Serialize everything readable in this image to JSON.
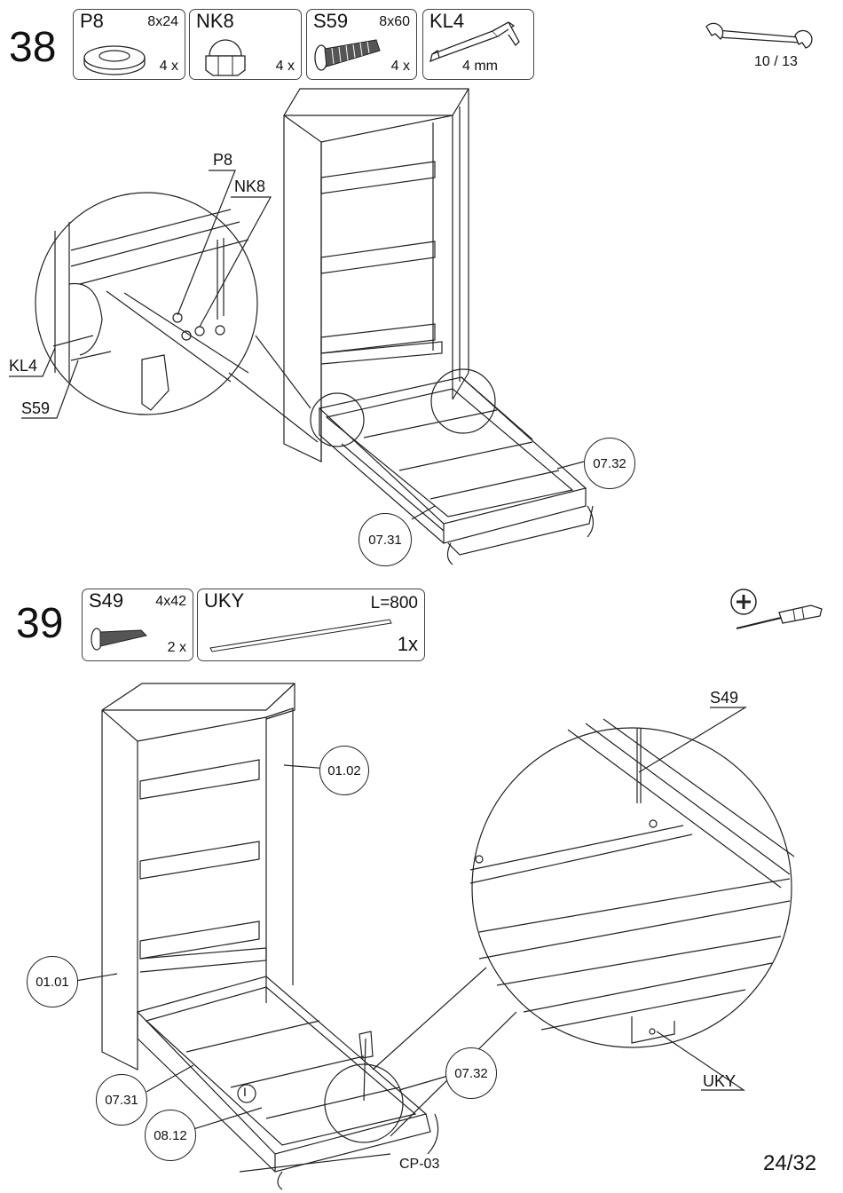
{
  "step38": {
    "number": "38",
    "parts": [
      {
        "code": "P8",
        "size": "8x24",
        "qty": "4 x"
      },
      {
        "code": "NK8",
        "size": "",
        "qty": "4 x"
      },
      {
        "code": "S59",
        "size": "8x60",
        "qty": "4 x"
      },
      {
        "code": "KL4",
        "size": "",
        "qty": "4 mm"
      }
    ],
    "tool_count": "10 / 13",
    "labels": {
      "p8": "P8",
      "nk8": "NK8",
      "kl4": "KL4",
      "s59": "S59"
    },
    "callouts": {
      "c0732": "07.32",
      "c0731": "07.31"
    }
  },
  "step39": {
    "number": "39",
    "parts": [
      {
        "code": "S49",
        "size": "4x42",
        "qty": "2 x"
      },
      {
        "code": "UKY",
        "size": "L=800",
        "qty": "1x"
      }
    ],
    "labels": {
      "s49": "S49",
      "uky": "UKY",
      "cp03": "CP-03",
      "marker": "I"
    },
    "callouts": {
      "c0102": "01.02",
      "c0101": "01.01",
      "c0731": "07.31",
      "c0732": "07.32",
      "c0812": "08.12"
    }
  },
  "page": "24/32",
  "icons": [
    "wrench-icon",
    "screwdriver-icon"
  ]
}
